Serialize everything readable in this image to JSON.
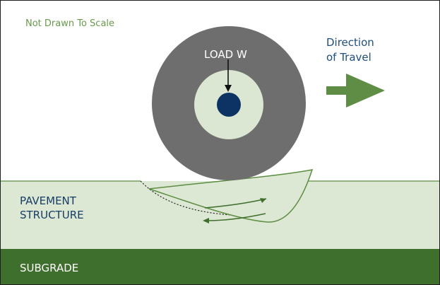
{
  "note": "Not Drawn To Scale",
  "load_label": "LOAD W",
  "direction_label": {
    "line1": "Direction",
    "line2": "of Travel"
  },
  "layers": {
    "pavement_line1": "PAVEMENT",
    "pavement_line2": "STRUCTURE",
    "subgrade": "SUBGRADE"
  },
  "colors": {
    "note_text": "#6a9a4f",
    "tire": "#6e6e6e",
    "rim": "#dbe7d2",
    "hub": "#0d3364",
    "pavement": "#dde8d4",
    "subgrade": "#3f6f2d",
    "arrow": "#5f8d45",
    "layer_text": "#173d66",
    "direction_text": "#1f4f7a",
    "subgrade_text": "#ffffff"
  }
}
